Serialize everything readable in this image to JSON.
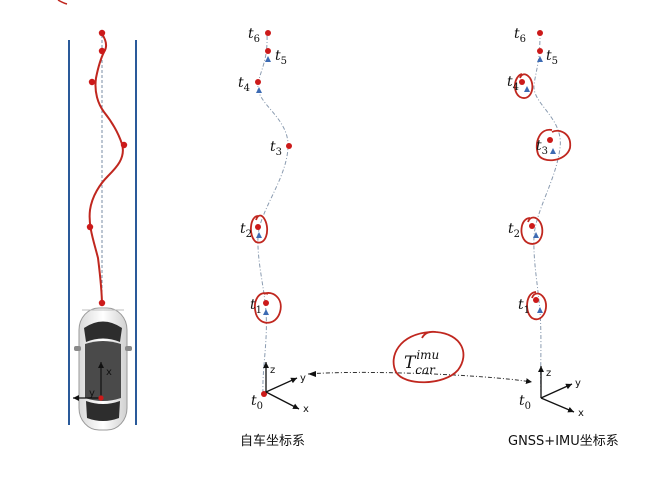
{
  "captions": {
    "vehicle_frame": "自车坐标系",
    "gnss_imu_frame": "GNSS+IMU坐标系"
  },
  "time_labels": [
    {
      "base": "t",
      "sub": "0"
    },
    {
      "base": "t",
      "sub": "1"
    },
    {
      "base": "t",
      "sub": "2"
    },
    {
      "base": "t",
      "sub": "3"
    },
    {
      "base": "t",
      "sub": "4"
    },
    {
      "base": "t",
      "sub": "5"
    },
    {
      "base": "t",
      "sub": "6"
    }
  ],
  "axes": {
    "x": "x",
    "y": "y",
    "z": "z"
  },
  "car_axes": {
    "x": "x",
    "y": "y"
  },
  "transform": {
    "base": "T",
    "superscript": "imu",
    "subscript": "car"
  },
  "colors": {
    "lane_line": "#2a5a9a",
    "trajectory_marker": "#cc1a1a",
    "handwriting": "#c0271f",
    "imu_marker": "#3d6bb3",
    "path": "#8a9bb0",
    "axes": "#111111"
  }
}
